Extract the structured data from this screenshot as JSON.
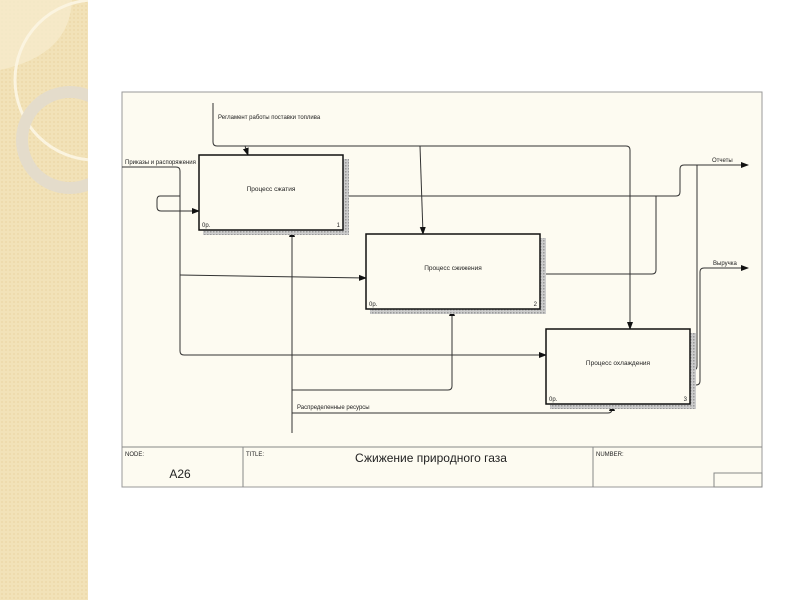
{
  "diagram": {
    "controls": {
      "fuel_regulation": "Регламент работы поставки топлива"
    },
    "inputs": {
      "orders": "Приказы и распоряжения"
    },
    "mechanisms": {
      "resources": "Распределенные ресурсы"
    },
    "outputs": {
      "reports": "Отчеты",
      "revenue": "Выручка"
    },
    "boxes": [
      {
        "label": "Процесс сжатия",
        "cost": "0р.",
        "number": "1"
      },
      {
        "label": "Процесс сжижения",
        "cost": "0р.",
        "number": "2"
      },
      {
        "label": "Процесс охлаждения",
        "cost": "0р.",
        "number": "3"
      }
    ]
  },
  "title_block": {
    "node_label": "NODE:",
    "node": "A26",
    "title_label": "TITLE:",
    "title": "Сжижение природного газа",
    "number_label": "NUMBER:"
  }
}
